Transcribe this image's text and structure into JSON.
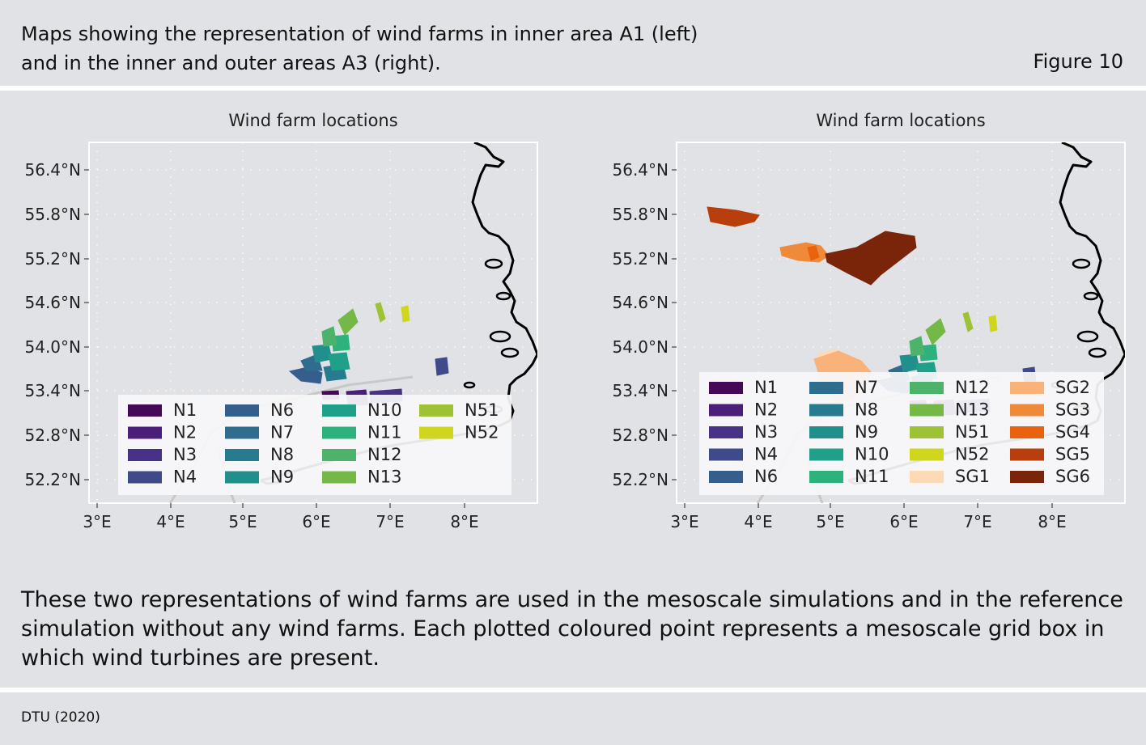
{
  "header": {
    "title_line1": "Maps showing the representation of wind farms in inner area A1 (left)",
    "title_line2": "and in the inner and outer areas A3 (right).",
    "figure_label": "Figure 10"
  },
  "maps": [
    {
      "id": "left",
      "title": "Wind farm locations",
      "lon_ticks": [
        "3°E",
        "4°E",
        "5°E",
        "6°E",
        "7°E",
        "8°E"
      ],
      "lat_ticks": [
        "56.4°N",
        "55.8°N",
        "55.2°N",
        "54.6°N",
        "54.0°N",
        "53.4°N",
        "52.8°N",
        "52.2°N"
      ],
      "legend_columns": 4,
      "legend": [
        {
          "label": "N1",
          "color": "#440a57"
        },
        {
          "label": "N2",
          "color": "#4a1e79"
        },
        {
          "label": "N3",
          "color": "#473287"
        },
        {
          "label": "N4",
          "color": "#3e4a89"
        },
        {
          "label": "N6",
          "color": "#355e8d"
        },
        {
          "label": "N7",
          "color": "#2f6d8e"
        },
        {
          "label": "N8",
          "color": "#277b8e"
        },
        {
          "label": "N9",
          "color": "#21908c"
        },
        {
          "label": "N10",
          "color": "#1fa088"
        },
        {
          "label": "N11",
          "color": "#2db27d"
        },
        {
          "label": "N12",
          "color": "#4db36b"
        },
        {
          "label": "N13",
          "color": "#74b848"
        },
        {
          "label": "N51",
          "color": "#9dc236"
        },
        {
          "label": "N52",
          "color": "#cfd61d"
        }
      ]
    },
    {
      "id": "right",
      "title": "Wind farm locations",
      "lon_ticks": [
        "3°E",
        "4°E",
        "5°E",
        "6°E",
        "7°E",
        "8°E"
      ],
      "lat_ticks": [
        "56.4°N",
        "55.8°N",
        "55.2°N",
        "54.6°N",
        "54.0°N",
        "53.4°N",
        "52.8°N",
        "52.2°N"
      ],
      "legend_columns": 4,
      "legend": [
        {
          "label": "N1",
          "color": "#440a57"
        },
        {
          "label": "N2",
          "color": "#4a1e79"
        },
        {
          "label": "N3",
          "color": "#473287"
        },
        {
          "label": "N4",
          "color": "#3e4a89"
        },
        {
          "label": "N6",
          "color": "#355e8d"
        },
        {
          "label": "N7",
          "color": "#2f6d8e"
        },
        {
          "label": "N8",
          "color": "#277b8e"
        },
        {
          "label": "N9",
          "color": "#21908c"
        },
        {
          "label": "N10",
          "color": "#1fa088"
        },
        {
          "label": "N11",
          "color": "#2db27d"
        },
        {
          "label": "N12",
          "color": "#4db36b"
        },
        {
          "label": "N13",
          "color": "#74b848"
        },
        {
          "label": "N51",
          "color": "#9dc236"
        },
        {
          "label": "N52",
          "color": "#cfd61d"
        },
        {
          "label": "SG1",
          "color": "#fdd9b5"
        },
        {
          "label": "SG2",
          "color": "#f9b27a"
        },
        {
          "label": "SG3",
          "color": "#f08a3b"
        },
        {
          "label": "SG4",
          "color": "#e8620f"
        },
        {
          "label": "SG5",
          "color": "#b83f0b"
        },
        {
          "label": "SG6",
          "color": "#7a2409"
        }
      ]
    }
  ],
  "caption": "These two representations of wind farms are used in the mesoscale simulations and in the reference simulation without any wind farms. Each plotted coloured point represents a mesoscale grid box in which wind turbines are present.",
  "source": "DTU (2020)"
}
